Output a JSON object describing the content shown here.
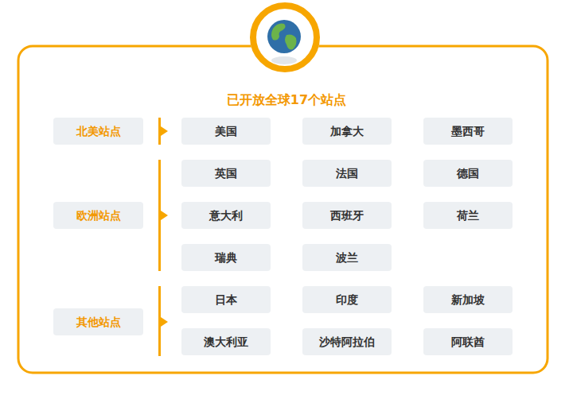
{
  "diagram": {
    "title": "已开放全球17个站点",
    "nodes": [
      {
        "text": [
          "北美站点"
        ]
      },
      {
        "text": [
          "美国"
        ]
      },
      {
        "text": [
          "加拿大"
        ]
      },
      {
        "text": [
          "墨西哥"
        ]
      },
      {
        "text": [
          "欧洲站点"
        ]
      },
      {
        "text": [
          "英国"
        ]
      },
      {
        "text": [
          "法国"
        ]
      },
      {
        "text": [
          "德国"
        ]
      },
      {
        "text": [
          "意大利"
        ]
      },
      {
        "text": [
          "西班牙"
        ]
      },
      {
        "text": [
          "荷兰"
        ]
      },
      {
        "text": [
          "瑞典"
        ]
      },
      {
        "text": [
          "波兰"
        ]
      },
      {
        "text": [
          "其他站点"
        ]
      },
      {
        "text": [
          "日本"
        ]
      },
      {
        "text": [
          "印度"
        ]
      },
      {
        "text": [
          "新加坡"
        ]
      },
      {
        "text": [
          "澳大利亚"
        ]
      },
      {
        "text": [
          "沙特阿拉伯"
        ]
      },
      {
        "text": [
          "阿联酋"
        ]
      }
    ]
  }
}
